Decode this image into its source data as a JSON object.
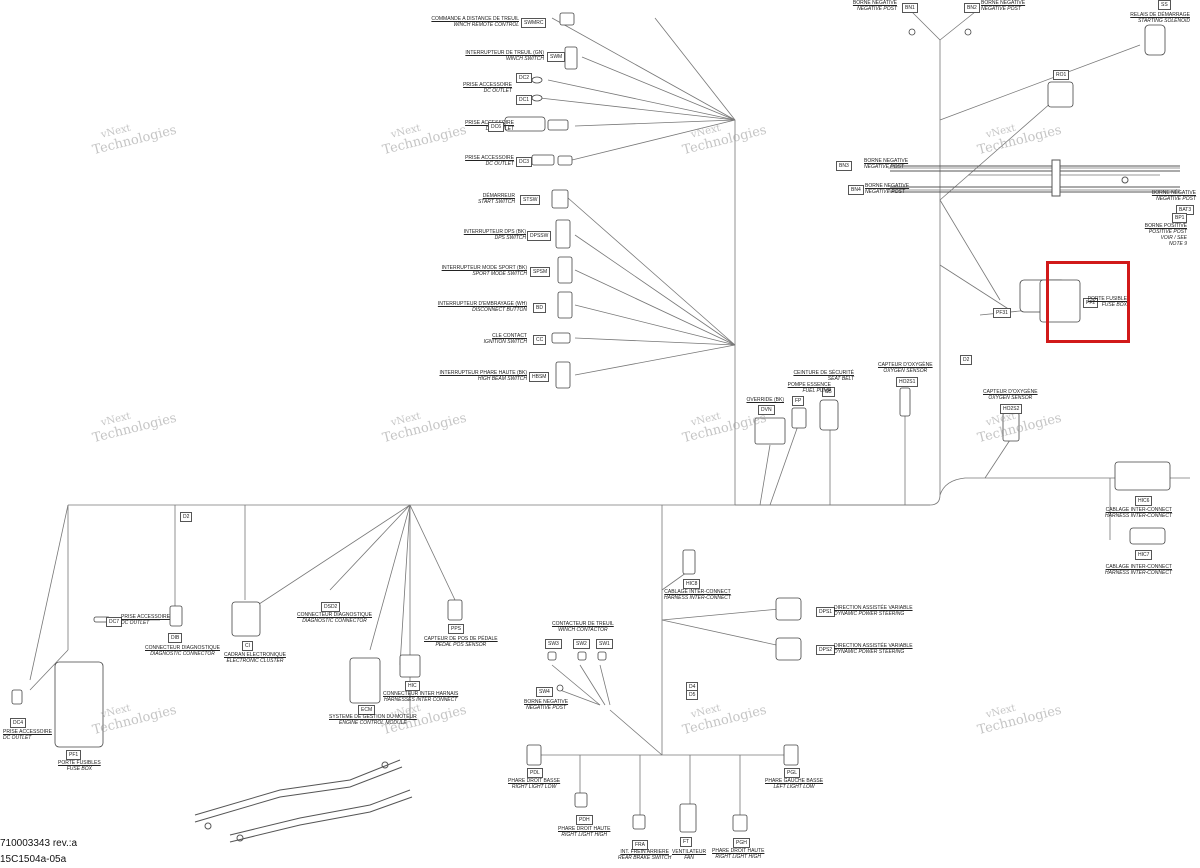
{
  "watermark": {
    "line1": "vNext",
    "line2": "Technologies"
  },
  "footer": {
    "doc_id": "710003343 rev.:a",
    "figure_id": "15C1504a-05a"
  },
  "components": {
    "swmrc": {
      "fr": "COMMANDE A DISTANCE DE TREUIL",
      "en": "WINCH REMOTE CONTROL",
      "code": "SWMRC"
    },
    "swm": {
      "fr": "INTERRUPTEUR DE TREUIL (GN)",
      "en": "WINCH SWITCH",
      "code": "SWM"
    },
    "dc2": {
      "fr": "PRISE ACCESSOIRE",
      "en": "DC OUTLET",
      "code": "DC2"
    },
    "dc1": {
      "code": "DC1"
    },
    "dc6": {
      "fr": "PRISE ACCESSOIRE",
      "en": "DC OUTLET",
      "code": "DC6"
    },
    "dc3": {
      "fr": "PRISE ACCESSOIRE",
      "en": "DC OUTLET",
      "code": "DC3"
    },
    "stsw": {
      "fr": "DÉMARREUR",
      "en": "START SWITCH",
      "code": "STSW"
    },
    "dpssw": {
      "fr": "INTERRUPTEUR DPS (BK)",
      "en": "DPS SWITCH",
      "code": "DPSSW"
    },
    "spsm": {
      "fr": "INTERRUPTEUR MODE SPORT (BK)",
      "en": "SPORT MODE SWITCH",
      "code": "SPSM"
    },
    "bd": {
      "fr": "INTERRUPTEUR D'EMBRAYAGE (WH)",
      "en": "DISCONNECT BUTTON",
      "code": "BD"
    },
    "cc": {
      "fr": "CLE CONTACT",
      "en": "IGNITION SWITCH",
      "code": "CC"
    },
    "hbsm": {
      "fr": "INTERRUPTEUR PHARE HAUTE (BK)",
      "en": "HIGH BEAM SWITCH",
      "code": "HBSM"
    },
    "bn1": {
      "fr": "BORNE NEGATIVE",
      "en": "NEGATIVE POST",
      "code": "BN1"
    },
    "bn2": {
      "fr": "BORNE NEGATIVE",
      "en": "NEGATIVE POST",
      "code": "BN2"
    },
    "ss": {
      "fr": "RELAIS DE DÉMARRAGE",
      "en": "STARTING SOLENOID",
      "code": "SS"
    },
    "ro1": {
      "code": "RO1"
    },
    "bn3": {
      "fr": "BORNE NEGATIVE",
      "en": "NEGATIVE POST",
      "code": "BN3"
    },
    "bn4": {
      "fr": "BORNE NEGATIVE",
      "en": "NEGATIVE POST",
      "code": "BN4"
    },
    "bat3": {
      "fr": "BORNE NÉGATIVE",
      "en": "NEGATIVE POST",
      "code": "BAT3"
    },
    "bp1": {
      "fr": "BORNE POSITIVE",
      "en": "POSITIVE POST",
      "code": "BP1",
      "note1": "VOIR / SEE",
      "note2": "NOTE 9"
    },
    "pf31": {
      "code": "PF31"
    },
    "pf2": {
      "fr": "PORTE FUSIBLE",
      "en": "FUSE BOX",
      "code": "PF2"
    },
    "d2_right": {
      "code": "D2"
    },
    "ho2s1": {
      "fr": "CAPTEUR D'OXYGÈNE",
      "en": "OXYGEN SENSOR",
      "code": "HO2S1"
    },
    "sb": {
      "fr": "CEINTURE DE SÉCURITÉ",
      "en": "SEAT BELT",
      "code": "SB"
    },
    "fp": {
      "fr": "POMPE ESSENCE",
      "en": "FUEL PUMP",
      "code": "FP"
    },
    "dvn": {
      "fr": "OVERRIDE (BK)",
      "code": "DVN"
    },
    "ho2s2": {
      "fr": "CAPTEUR D'OXYGÈNE",
      "en": "OXYGEN SENSOR",
      "code": "HO2S2"
    },
    "hic6": {
      "fr": "CABLAGE INTER-CONNECT",
      "en": "HARNESS INTER-CONNECT",
      "code": "HIC6"
    },
    "hic7": {
      "fr": "CABLAGE INTER-CONNECT",
      "en": "HARNESS INTER-CONNECT",
      "code": "HIC7"
    },
    "d2_left": {
      "code": "D2"
    },
    "dc7": {
      "fr": "PRISE ACCESSOIRE",
      "en": "DC OUTLET",
      "code": "DC7"
    },
    "dib": {
      "fr": "CONNECTEUR DIAGNOSTIQUE",
      "en": "DIAGNOSTIC CONNECTOR",
      "code": "DIB"
    },
    "dsd2": {
      "fr": "CONNECTEUR DIAGNOSTIQUE",
      "en": "DIAGNOSTIC CONNECTOR",
      "code": "DSD2"
    },
    "ci": {
      "fr": "CADRAN ELECTRONIQUE",
      "en": "ELECTRONIC CLUSTER",
      "code": "CI"
    },
    "pps": {
      "fr": "CAPTEUR DE POS DE PÉDALE",
      "en": "PEDAL POS SENSOR",
      "code": "PPS"
    },
    "hic": {
      "fr": "CONNECTEUR INTER HARNAIS",
      "en": "HARNESSES INTER CONNECT",
      "code": "HIC"
    },
    "ecm": {
      "fr": "SYSTEME DE GESTION DU MOTEUR",
      "en": "ENGINE CONTROL MODULE",
      "code": "ECM"
    },
    "pf1": {
      "fr": "PORTE FUSIBLES",
      "en": "FUSE BOX",
      "code": "PF1"
    },
    "dc4": {
      "fr": "PRISE ACCESSOIRE",
      "en": "DC OUTLET",
      "code": "DC4"
    },
    "hic8": {
      "fr": "CABLAGE INTER-CONNECT",
      "en": "HARNESS INTER-CONNECT",
      "code": "HIC8"
    },
    "contactor": {
      "fr": "CONTACTEUR DE TREUIL",
      "en": "WINCH CONTACTOR"
    },
    "sw3": {
      "code": "SW3"
    },
    "sw2": {
      "code": "SW2"
    },
    "sw1": {
      "code": "SW1"
    },
    "sw4": {
      "fr": "BORNE NEGATIVE",
      "en": "NEGATIVE POST",
      "code": "SW4"
    },
    "d4": {
      "code": "D4"
    },
    "d5": {
      "code": "D5"
    },
    "dps1": {
      "fr": "DIRECTION ASSISTÉE VARIABLE",
      "en": "DYNAMIC POWER STEERING",
      "code": "DPS1"
    },
    "dps2": {
      "fr": "DIRECTION ASSISTÉE VARIABLE",
      "en": "DYNAMIC POWER STEERING",
      "code": "DPS2"
    },
    "pdl": {
      "fr": "PHARE DROIT BASSE",
      "en": "RIGHT LIGHT LOW",
      "code": "PDL"
    },
    "pgl": {
      "fr": "PHARE GAUCHE BASSE",
      "en": "LEFT LIGHT LOW",
      "code": "PGL"
    },
    "pdh": {
      "fr": "PHARE DROIT HAUTE",
      "en": "RIGHT LIGHT HIGH",
      "code": "PDH"
    },
    "fra": {
      "fr": "INT. FREIN ARRIERE",
      "en": "REAR BRAKE SWITCH",
      "code": "FRA"
    },
    "ft": {
      "fr": "VENTILATEUR",
      "en": "FAN",
      "code": "FT"
    },
    "pgh": {
      "fr": "PHARE DROIT HAUTE",
      "en": "RIGHT LIGHT HIGH",
      "code": "PGH"
    }
  },
  "colors": {
    "line": "#6a6a6a",
    "part": "#444444",
    "highlight": "#d11919"
  }
}
